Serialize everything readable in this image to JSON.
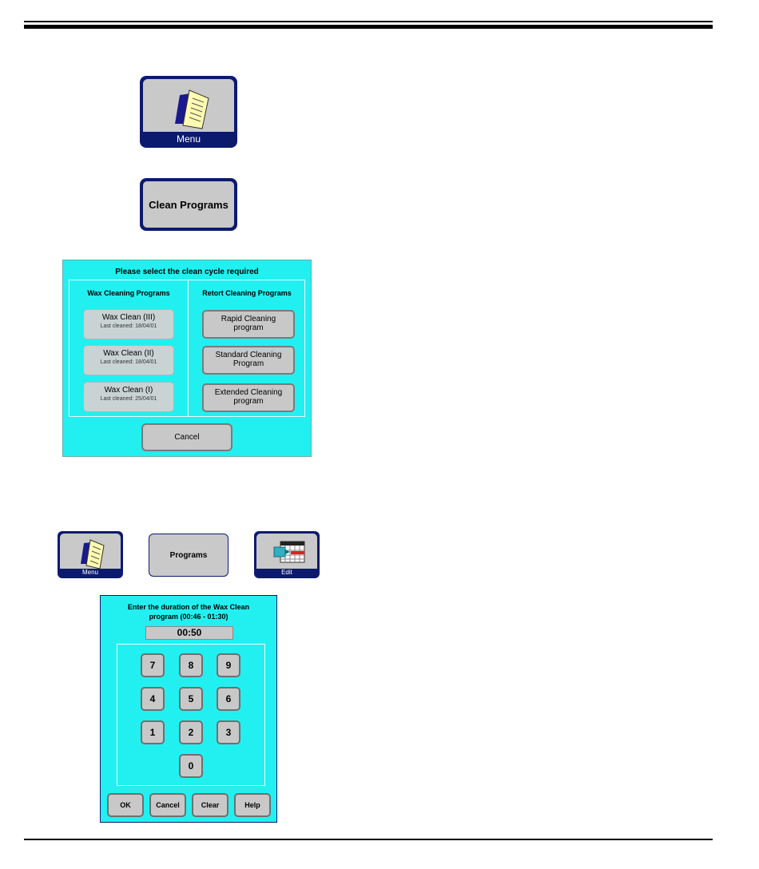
{
  "menu_button": {
    "label": "Menu",
    "icon": "menu-book-icon"
  },
  "clean_programs_button": {
    "label": "Clean Programs"
  },
  "clean_dialog": {
    "title": "Please select the clean cycle required",
    "wax_column": {
      "heading": "Wax Cleaning Programs",
      "items": [
        {
          "name": "Wax Clean (III)",
          "last": "Last cleaned: 18/04/01"
        },
        {
          "name": "Wax Clean (II)",
          "last": "Last cleaned: 18/04/01"
        },
        {
          "name": "Wax Clean (I)",
          "last": "Last cleaned: 25/04/01"
        }
      ]
    },
    "retort_column": {
      "heading": "Retort Cleaning Programs",
      "items": [
        {
          "line1": "Rapid Cleaning",
          "line2": "program"
        },
        {
          "line1": "Standard Cleaning",
          "line2": "Program"
        },
        {
          "line1": "Extended Cleaning",
          "line2": "program"
        }
      ]
    },
    "cancel_label": "Cancel"
  },
  "toolbar": {
    "menu_label": "Menu",
    "programs_label": "Programs",
    "edit_label": "Edit",
    "edit_icon": "schedule-grid-icon"
  },
  "keypad_dialog": {
    "prompt_line1": "Enter the duration of the Wax Clean",
    "prompt_line2": "program (00:46 - 01:30)",
    "value": "00:50",
    "keys": [
      "7",
      "8",
      "9",
      "4",
      "5",
      "6",
      "1",
      "2",
      "3",
      "0"
    ],
    "ok_label": "OK",
    "cancel_label": "Cancel",
    "clear_label": "Clear",
    "help_label": "Help"
  },
  "colors": {
    "dialog_bg": "#22f0f0",
    "button_frame": "#0c1a6e",
    "button_face": "#c9c9c9"
  }
}
